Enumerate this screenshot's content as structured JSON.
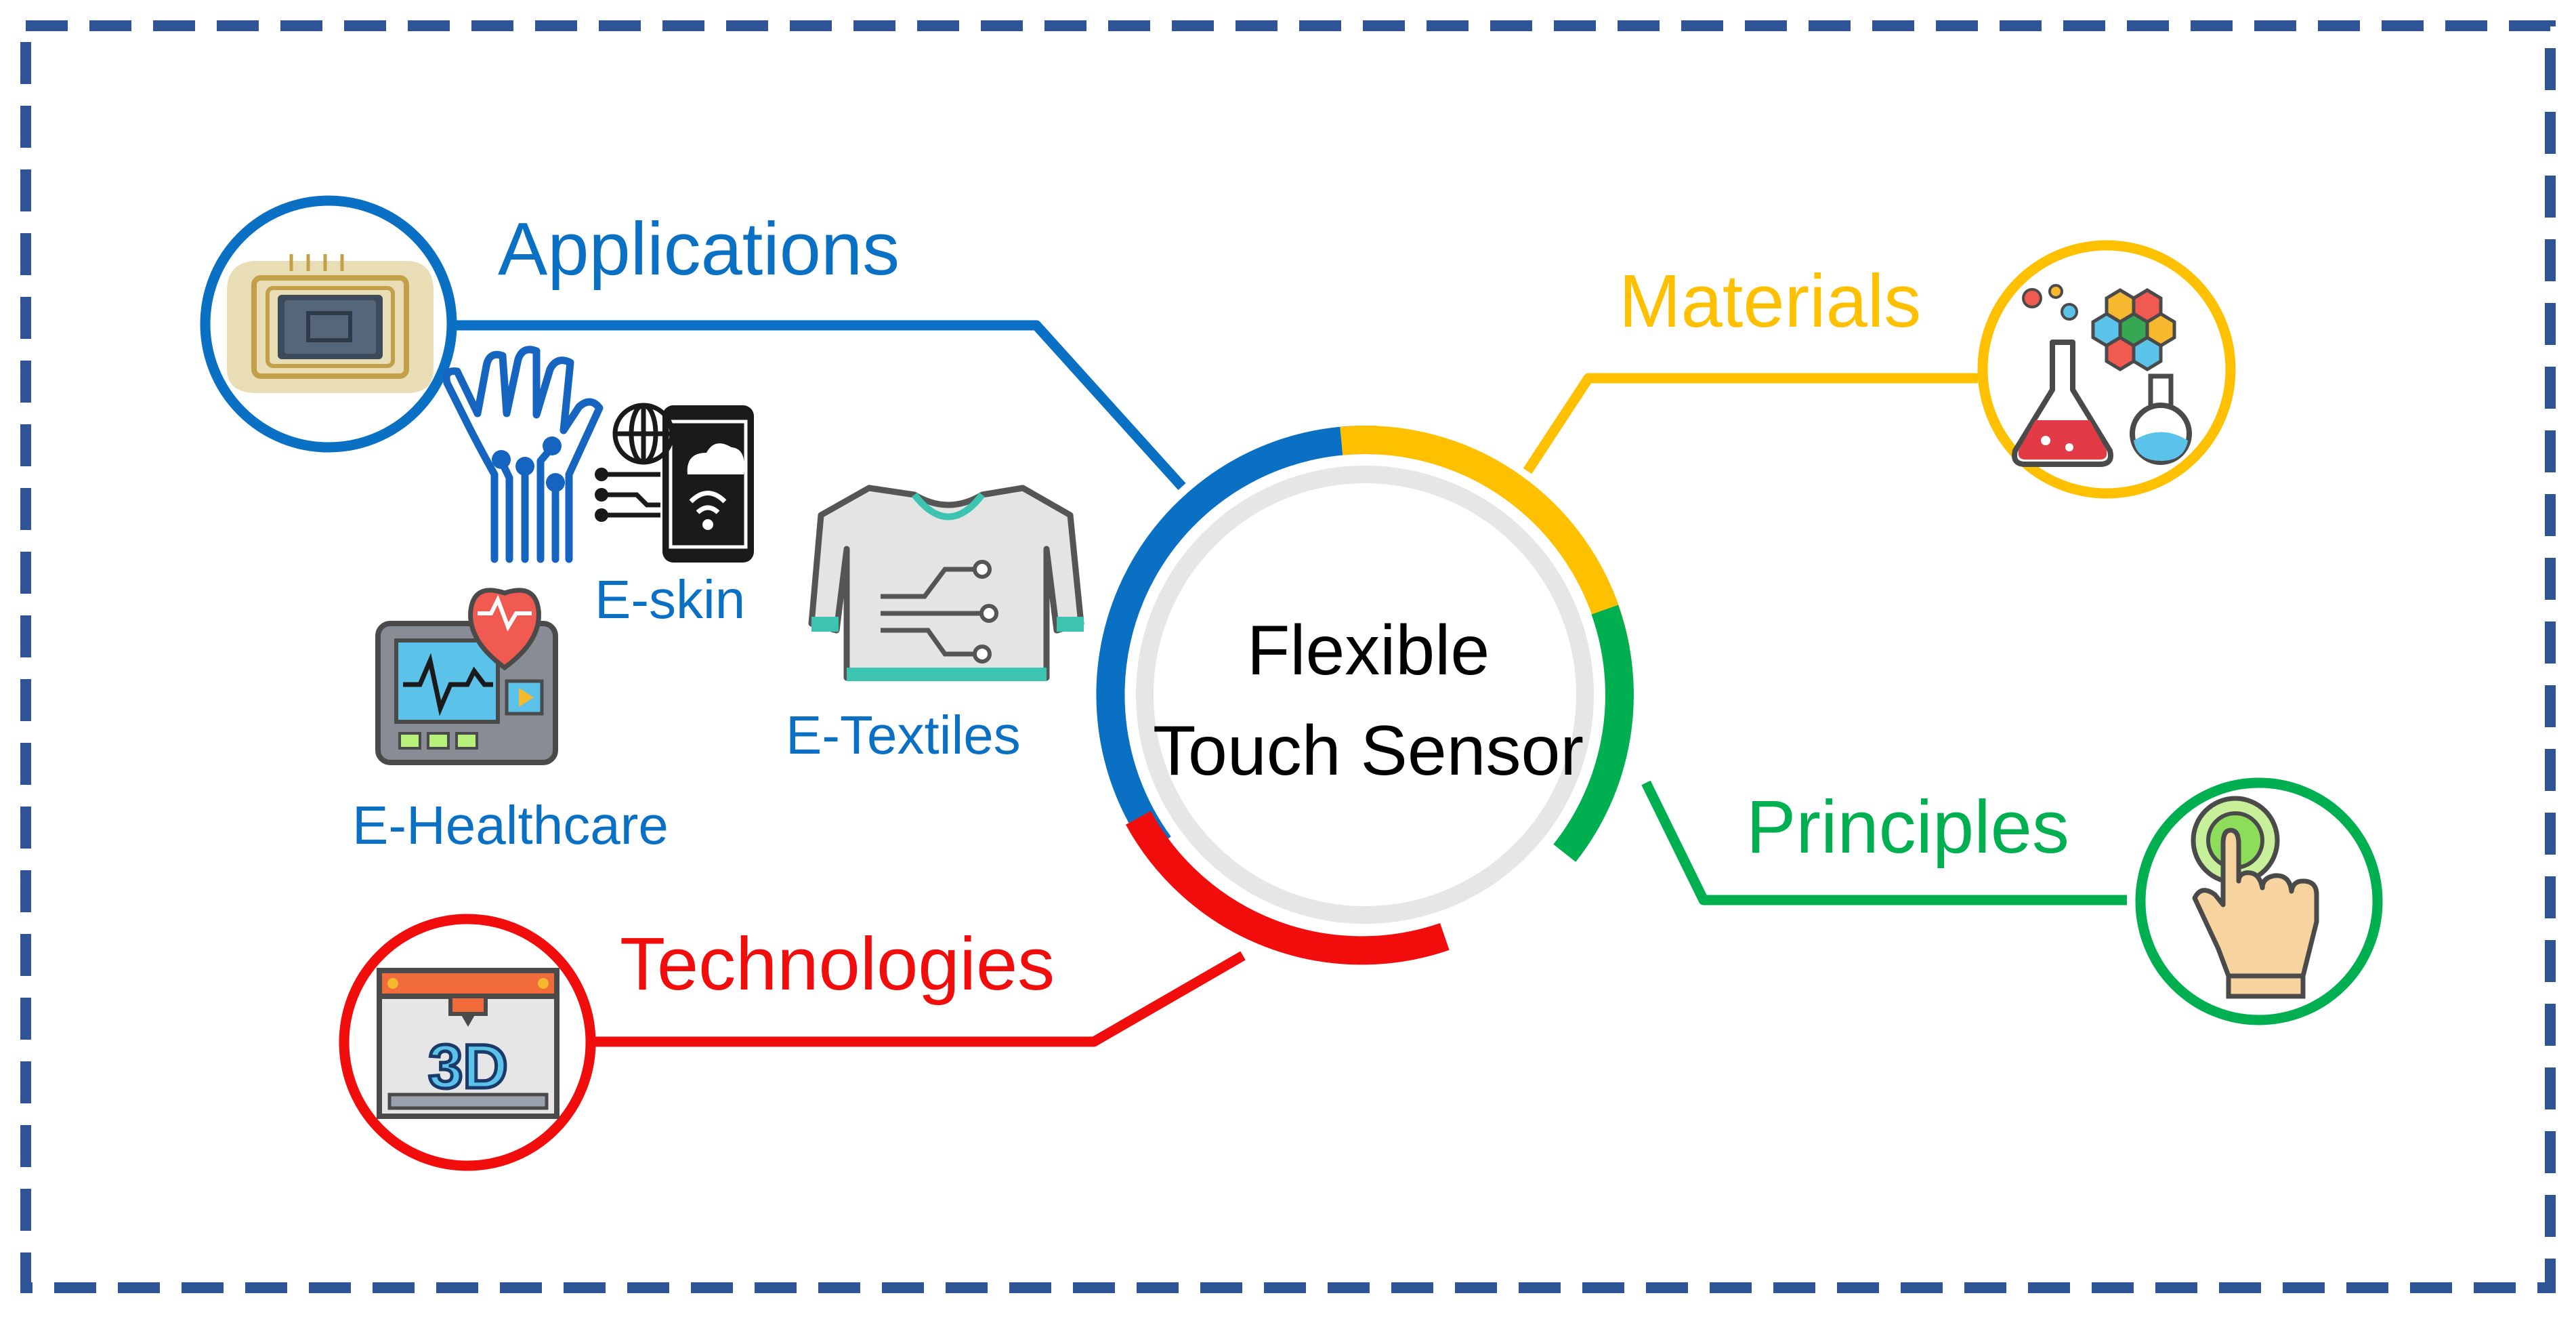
{
  "center": {
    "line1": "Flexible",
    "line2": "Touch Sensor"
  },
  "branches": {
    "applications": {
      "label": "Applications",
      "color": "#0A70C4",
      "icon": "sensor-chip-icon",
      "items": {
        "eskin": "E-skin",
        "etextiles": "E-Textiles",
        "ehealthcare": "E-Healthcare"
      }
    },
    "materials": {
      "label": "Materials",
      "color": "#FFC000",
      "icon": "chemistry-flask-icon"
    },
    "principles": {
      "label": "Principles",
      "color": "#00B050",
      "icon": "finger-touch-icon"
    },
    "technologies": {
      "label": "Technologies",
      "color": "#F20D0D",
      "icon": "3d-printer-icon"
    }
  },
  "colors": {
    "frame": "#2F5597",
    "ring_inner": "#E6E6E6"
  }
}
